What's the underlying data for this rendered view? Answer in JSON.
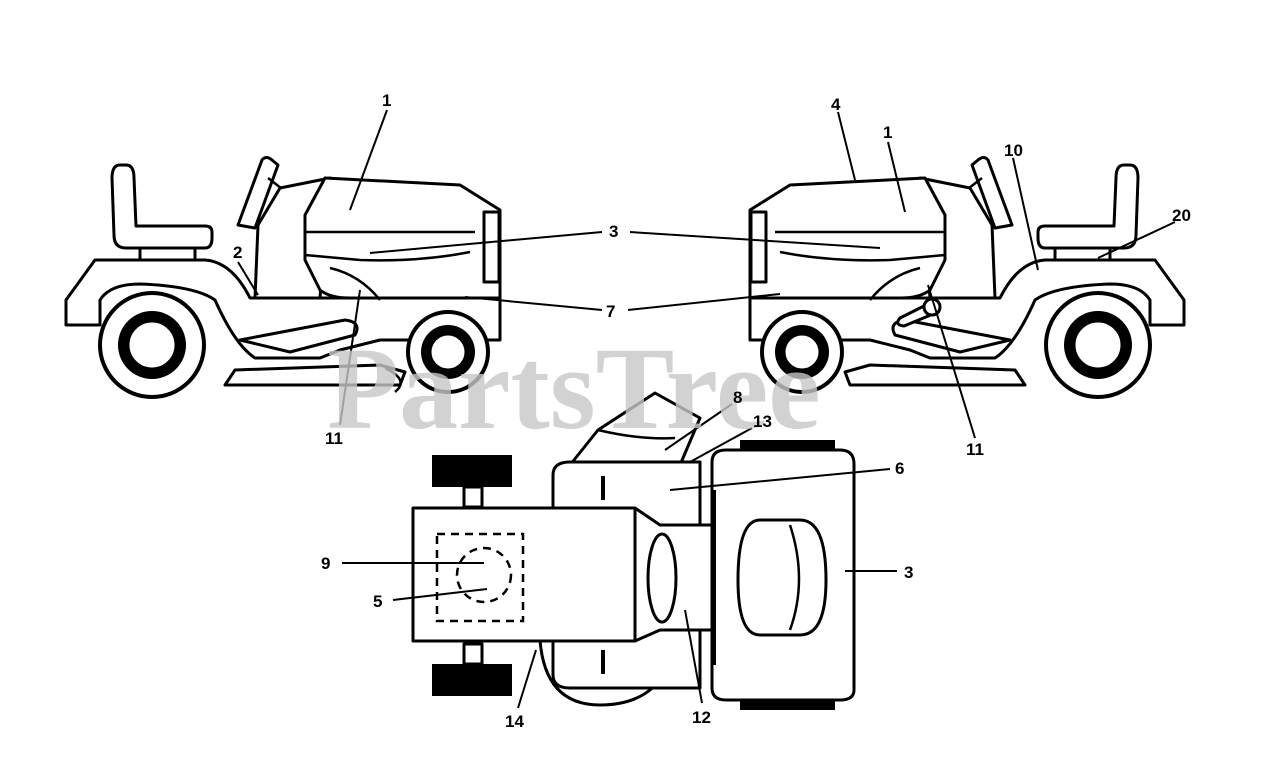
{
  "watermark": "PartsTree",
  "labels": {
    "l1_left": "1",
    "l2": "2",
    "l3_center": "3",
    "l7_center": "7",
    "l11_left": "11",
    "l4": "4",
    "l1_right": "1",
    "l10": "10",
    "l20": "20",
    "l11_right": "11",
    "l8": "8",
    "l13": "13",
    "l6": "6",
    "l9": "9",
    "l5": "5",
    "l3_right": "3",
    "l14": "14",
    "l12": "12"
  },
  "colors": {
    "line": "#000000",
    "watermark": "#c8c8c8",
    "background": "#ffffff"
  }
}
